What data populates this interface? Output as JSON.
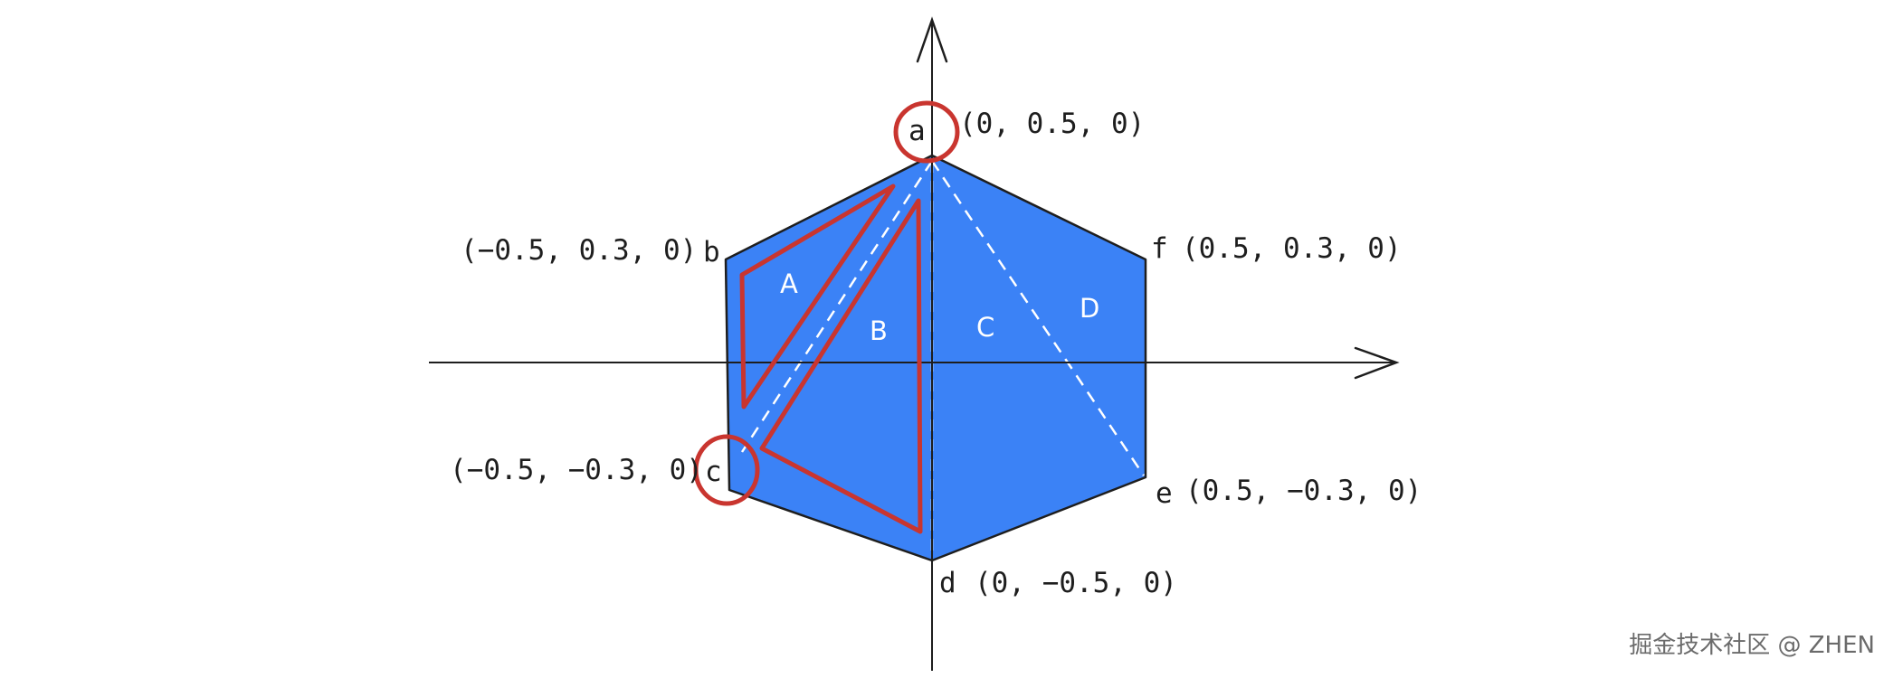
{
  "colors": {
    "hexagon_fill": "#3b82f6",
    "outline": "#1e1e1e",
    "highlight": "#c9352f",
    "dashes": "#ffffff"
  },
  "vertices": {
    "a": {
      "name": "a",
      "coord": "(0, 0.5, 0)"
    },
    "b": {
      "name": "b",
      "coord": "(−0.5, 0.3, 0)"
    },
    "c": {
      "name": "c",
      "coord": "(−0.5, −0.3, 0)"
    },
    "d": {
      "name": "d",
      "coord": "(0, −0.5, 0)"
    },
    "e": {
      "name": "e",
      "coord": "(0.5, −0.3, 0)"
    },
    "f": {
      "name": "f",
      "coord": "(0.5, 0.3, 0)"
    }
  },
  "regions": {
    "A": "A",
    "B": "B",
    "C": "C",
    "D": "D"
  },
  "watermark": "掘金技术社区 @ ZHEN"
}
